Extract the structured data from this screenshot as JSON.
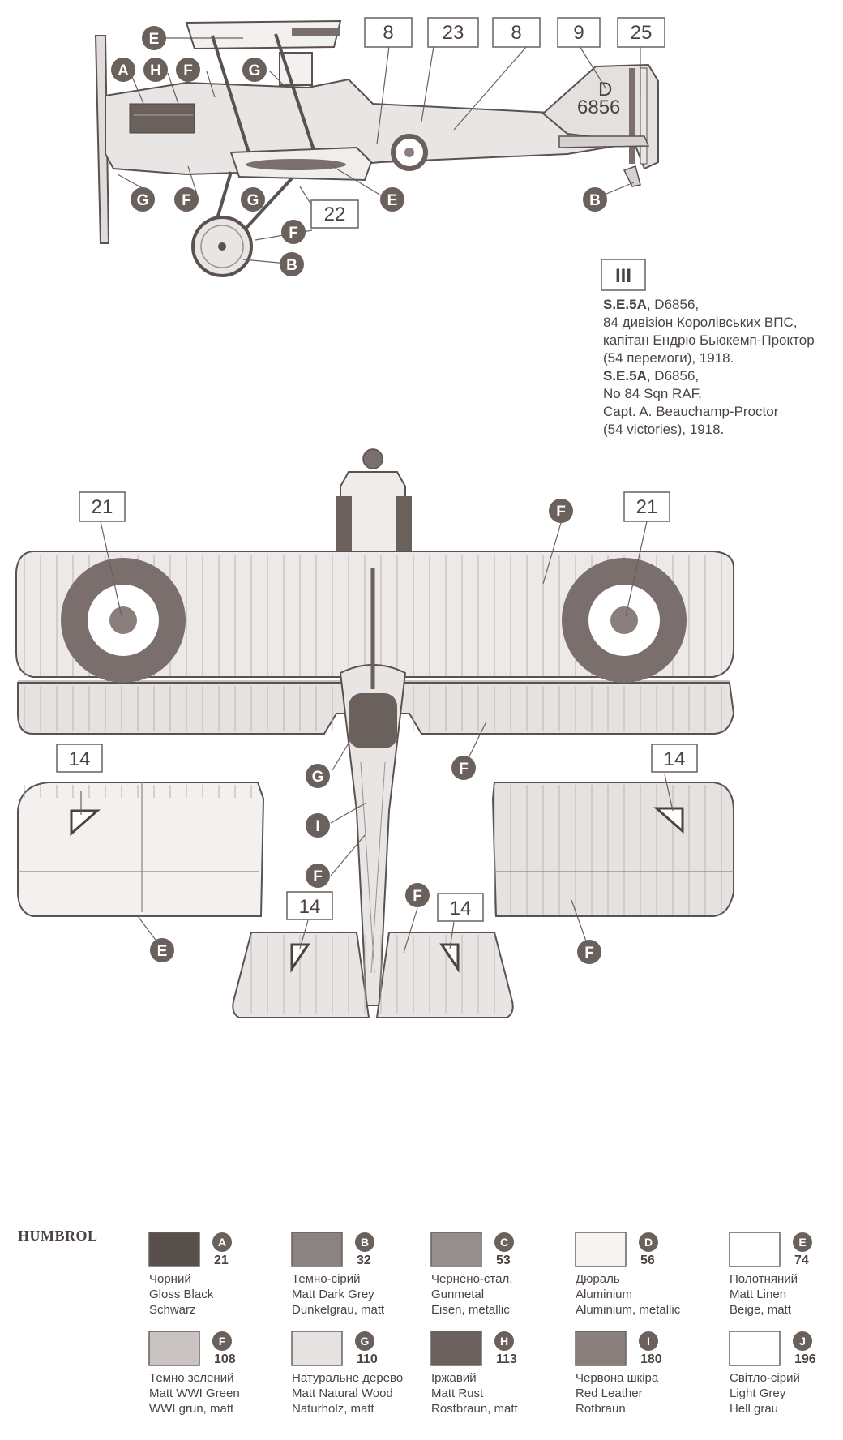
{
  "profile": {
    "numeral": "III",
    "caption": {
      "uk_title_bold": "S.E.5A",
      "uk_title_rest": ", D6856,",
      "uk_line2": "84 дивізіон Королівських ВПС,",
      "uk_line3": "капітан Ендрю Бьюкемп-Проктор",
      "uk_line4": "(54 перемоги), 1918.",
      "en_title_bold": "S.E.5A",
      "en_title_rest": ", D6856,",
      "en_line2": "No 84 Sqn RAF,",
      "en_line3": "Capt. A. Beauchamp-Proctor",
      "en_line4": "(54 victories), 1918."
    },
    "fin_serial_top": "D",
    "fin_serial_bottom": "6856"
  },
  "side_view": {
    "decal_boxes": [
      "8",
      "23",
      "8",
      "9",
      "25",
      "22"
    ],
    "paint_callouts": [
      "E",
      "A",
      "H",
      "F",
      "G",
      "G",
      "F",
      "G",
      "F",
      "B",
      "E",
      "B"
    ]
  },
  "top_view": {
    "decal_boxes": [
      "21",
      "21",
      "14",
      "14",
      "14",
      "14"
    ],
    "paint_callouts": [
      "F",
      "G",
      "I",
      "F",
      "F",
      "F",
      "E",
      "F"
    ]
  },
  "palette": {
    "brand": "HUMBROL",
    "swatches": [
      {
        "letter": "A",
        "code": "21",
        "uk": "Чорний",
        "en": "Gloss Black",
        "de": "Schwarz",
        "color": "#58504c"
      },
      {
        "letter": "B",
        "code": "32",
        "uk": "Темно-сірий",
        "en": "Matt Dark Grey",
        "de": "Dunkelgrau, matt",
        "color": "#8b8381"
      },
      {
        "letter": "C",
        "code": "53",
        "uk": "Чернено-стал.",
        "en": "Gunmetal",
        "de": "Eisen, metallic",
        "color": "#958e8d"
      },
      {
        "letter": "D",
        "code": "56",
        "uk": "Дюраль",
        "en": "Aluminium",
        "de": "Aluminium, metallic",
        "color": "#f5f4f3"
      },
      {
        "letter": "E",
        "code": "74",
        "uk": "Полотняний",
        "en": "Matt Linen",
        "de": "Beige, matt",
        "color": "#ffffff"
      },
      {
        "letter": "F",
        "code": "108",
        "uk": "Темно зелений",
        "en": "Matt WWI Green",
        "de": "WWI grun, matt",
        "color": "#c9c3c2"
      },
      {
        "letter": "G",
        "code": "110",
        "uk": "Натуральне дерево",
        "en": "Matt Natural Wood",
        "de": "Naturholz, matt",
        "color": "#e6e2e1"
      },
      {
        "letter": "H",
        "code": "113",
        "uk": "Іржавий",
        "en": "Matt Rust",
        "de": "Rostbraun, matt",
        "color": "#6b605d"
      },
      {
        "letter": "I",
        "code": "180",
        "uk": "Червона шкіра",
        "en": "Red Leather",
        "de": "Rotbraun",
        "color": "#8a7f7c"
      },
      {
        "letter": "J",
        "code": "196",
        "uk": "Світло-сірий",
        "en": "Light Grey",
        "de": "Hell grau",
        "color": "#ffffff"
      }
    ]
  },
  "colors": {
    "ink": "#4b4340",
    "dark": "#6a605c",
    "fill_light": "#e8e5e4",
    "roundel": "#7a6f6c"
  }
}
